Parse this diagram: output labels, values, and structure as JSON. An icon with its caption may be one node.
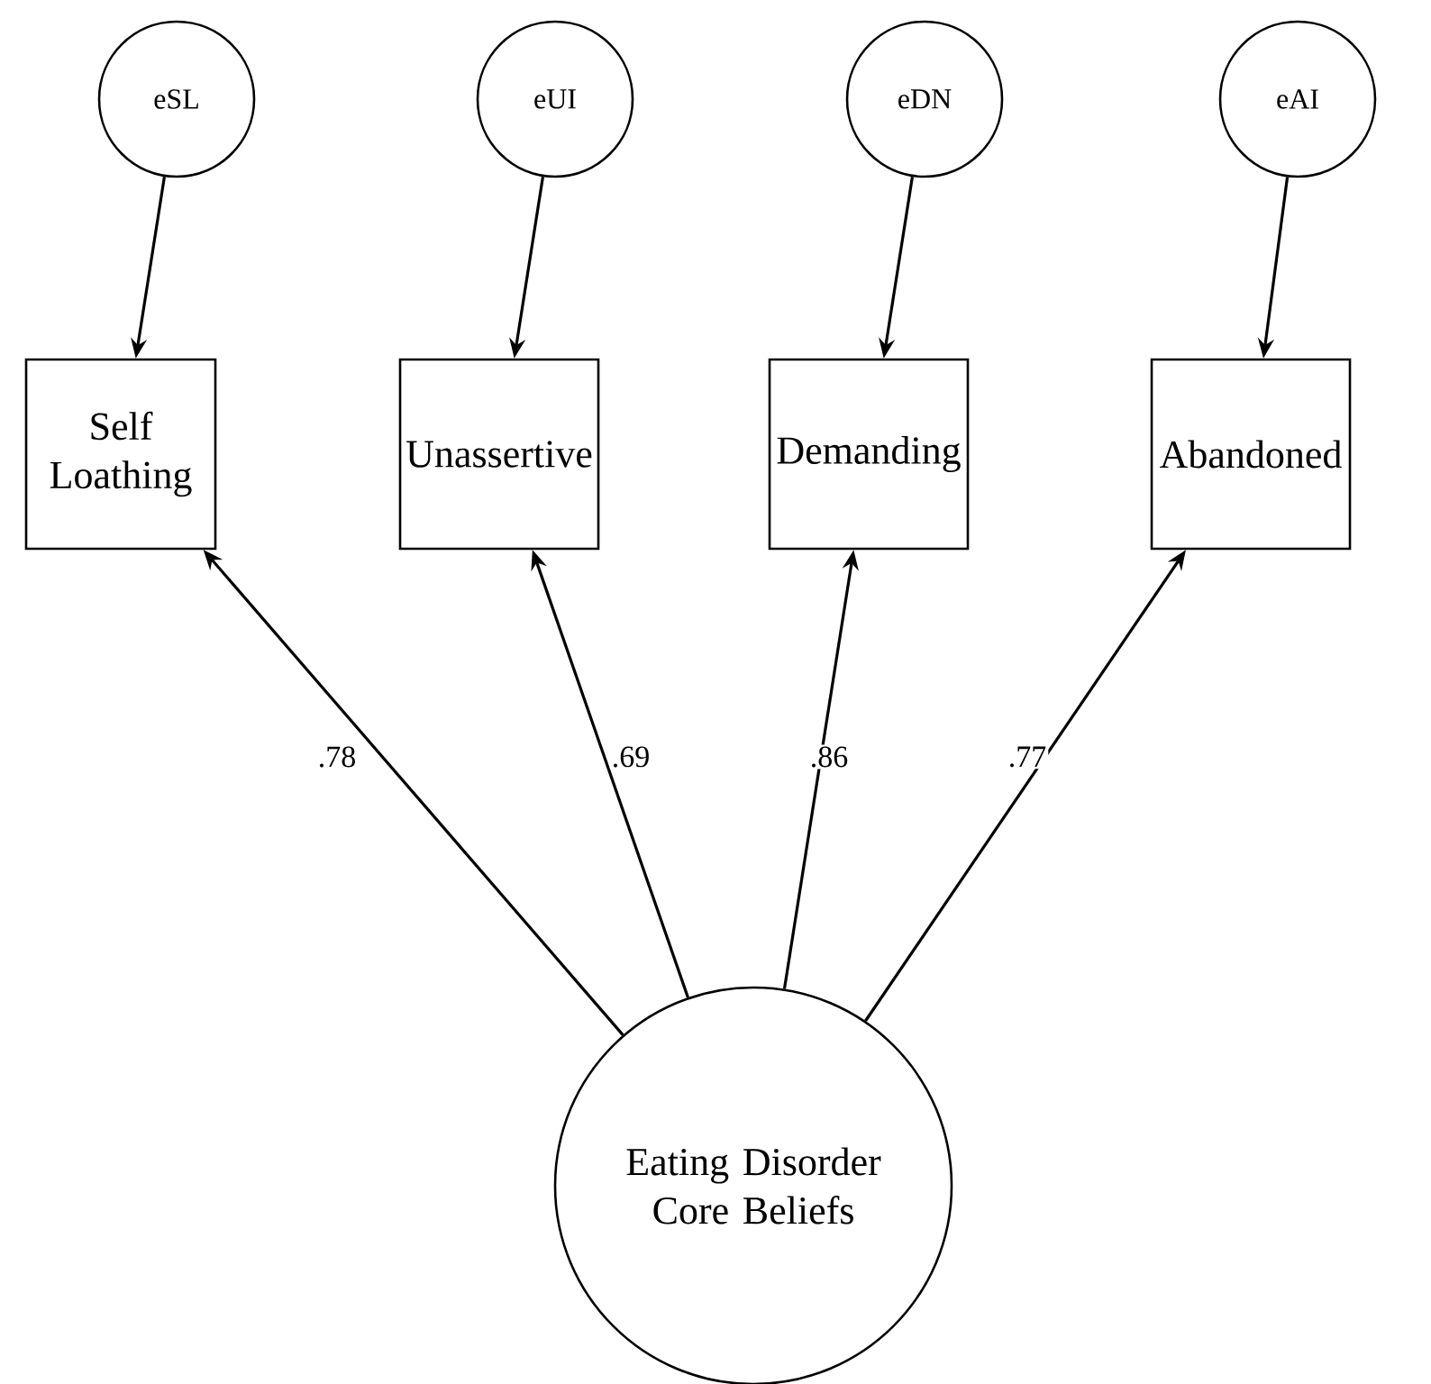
{
  "diagram": {
    "nodes": [
      {
        "text": [
          "eSL"
        ]
      },
      {
        "text": [
          "eUI"
        ]
      },
      {
        "text": [
          "eDN"
        ]
      },
      {
        "text": [
          "eAI"
        ]
      },
      {
        "text": [
          "Self Loathing"
        ]
      },
      {
        "text": [
          "Unassertive"
        ]
      },
      {
        "text": [
          "Demanding"
        ]
      },
      {
        "text": [
          "Abandoned"
        ]
      },
      {
        "text": [
          "Eating Disorder Core Beliefs"
        ]
      }
    ],
    "edges": [
      {
        "from": 0,
        "to": 4,
        "arrow": "to"
      },
      {
        "from": 1,
        "to": 5,
        "arrow": "to"
      },
      {
        "from": 2,
        "to": 6,
        "arrow": "to"
      },
      {
        "from": 3,
        "to": 7,
        "arrow": "to"
      },
      {
        "from": 8,
        "to": 4,
        "arrow": "to",
        "label": ".78"
      },
      {
        "from": 8,
        "to": 5,
        "arrow": "to",
        "label": ".69"
      },
      {
        "from": 8,
        "to": 6,
        "arrow": "to",
        "label": ".86"
      },
      {
        "from": 8,
        "to": 7,
        "arrow": "to",
        "label": ".77"
      }
    ]
  }
}
